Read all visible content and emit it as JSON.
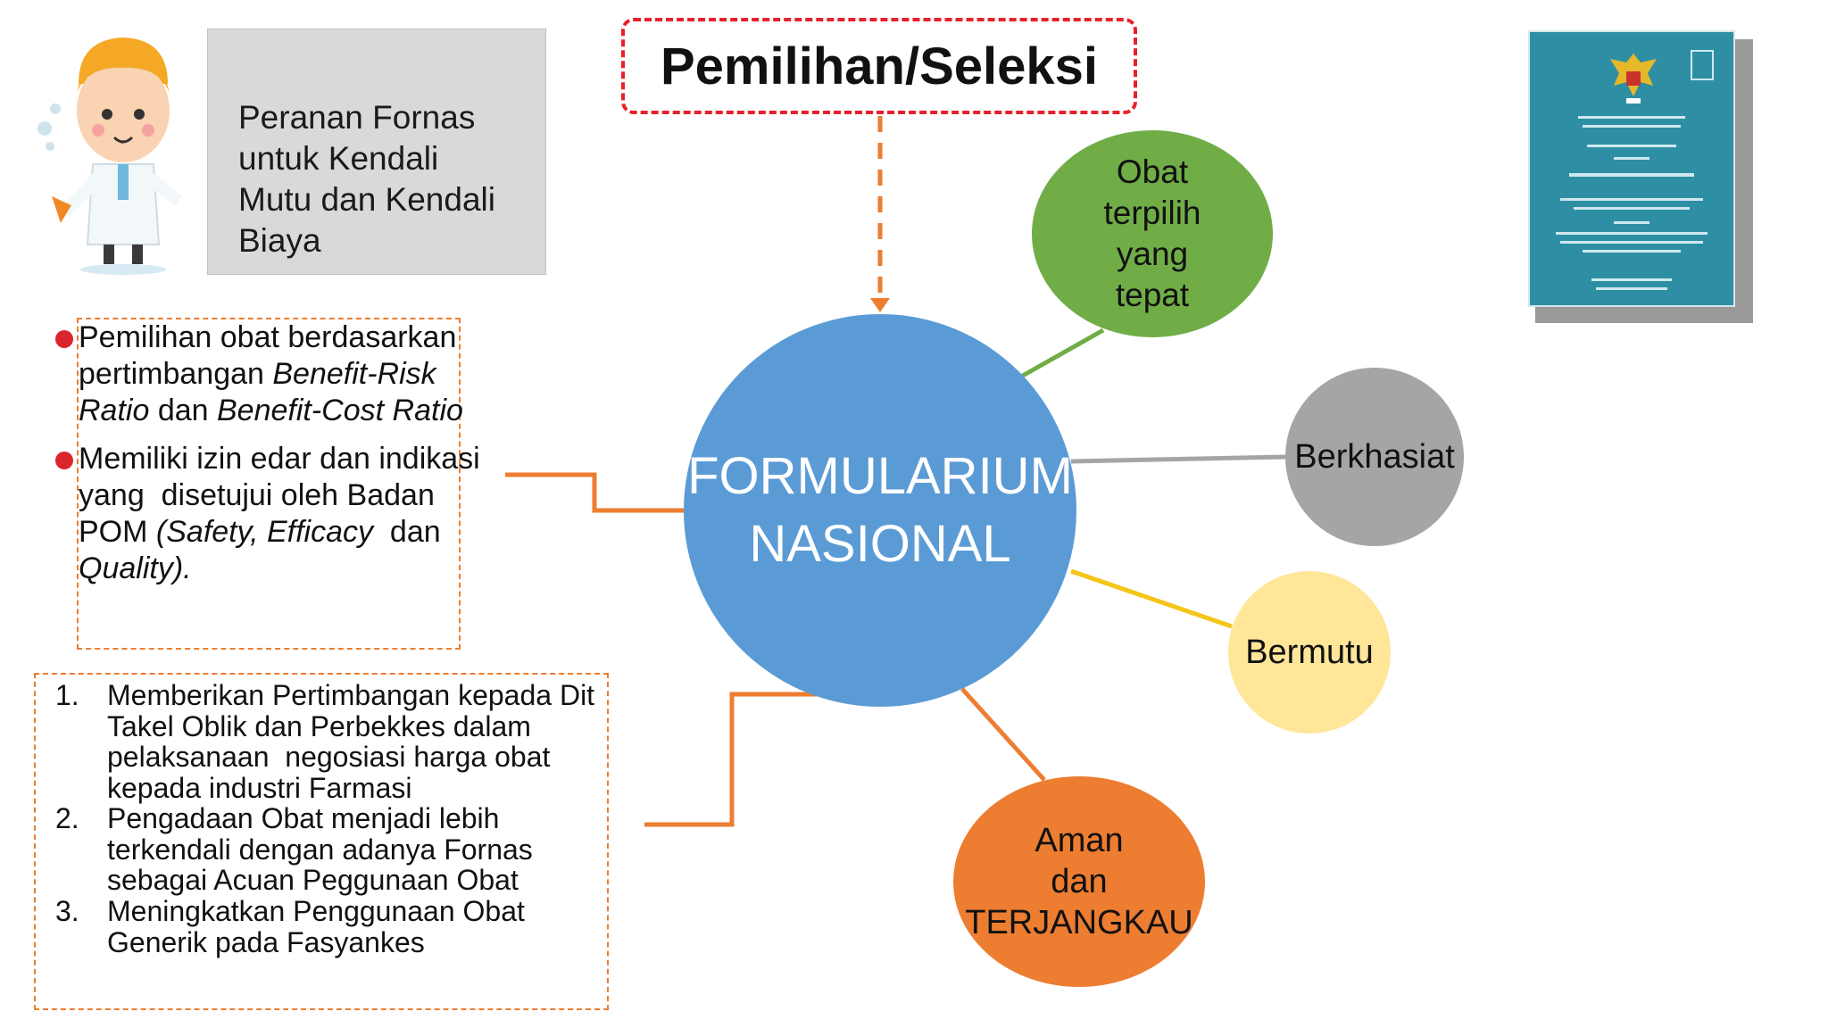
{
  "header": {
    "role_lines": [
      "Peranan Fornas",
      "untuk Kendali",
      "Mutu dan Kendali",
      "Biaya"
    ]
  },
  "title": "Pemilihan/Seleksi",
  "criteria": {
    "bullet1": {
      "line1": "Pemilihan obat berdasarkan",
      "line2a": "pertimbangan ",
      "line2b": "Benefit-Risk",
      "line3a": "Ratio",
      "line3b": " dan ",
      "line3c": "Benefit-Cost Ratio"
    },
    "bullet2": {
      "line1": "Memiliki izin edar dan indikasi",
      "line2": "yang  disetujui oleh Badan",
      "line3a": "POM ",
      "line3b": "(Safety, Efficacy",
      "line3c": "  dan",
      "line4": "Quality)."
    }
  },
  "benefits": [
    {
      "num": "1.",
      "lines": [
        "Memberikan Pertimbangan kepada Dit",
        "Takel Oblik dan Perbekkes dalam",
        "pelaksanaan  negosiasi harga obat",
        "kepada industri Farmasi"
      ]
    },
    {
      "num": "2.",
      "lines": [
        "Pengadaan Obat menjadi lebih",
        "terkendali dengan adanya Fornas",
        "sebagai Acuan Peggunaan Obat"
      ]
    },
    {
      "num": "3.",
      "lines": [
        "Meningkatkan Penggunaan Obat",
        "Generik pada Fasyankes"
      ]
    }
  ],
  "center": {
    "line1": "FORMULARIUM",
    "line2": "NASIONAL"
  },
  "attributes": {
    "obat": [
      "Obat",
      "terpilih",
      "yang",
      "tepat"
    ],
    "khasiat": "Berkhasiat",
    "mutu": "Bermutu",
    "aman": [
      "Aman",
      "dan",
      "TERJANGKAU"
    ]
  },
  "colors": {
    "main_circle": "#5b9bd5",
    "obat": "#70ad47",
    "khasiat": "#a5a5a5",
    "mutu": "#ffe699",
    "aman": "#ed7d31",
    "title_border": "#e8202a",
    "dashed_box": "#ed7d31",
    "bullet": "#d9262c",
    "book": "#2e8fa4"
  },
  "icons": {
    "mascot": "scientist-cartoon-icon",
    "book": "formularium-book-cover-icon"
  }
}
